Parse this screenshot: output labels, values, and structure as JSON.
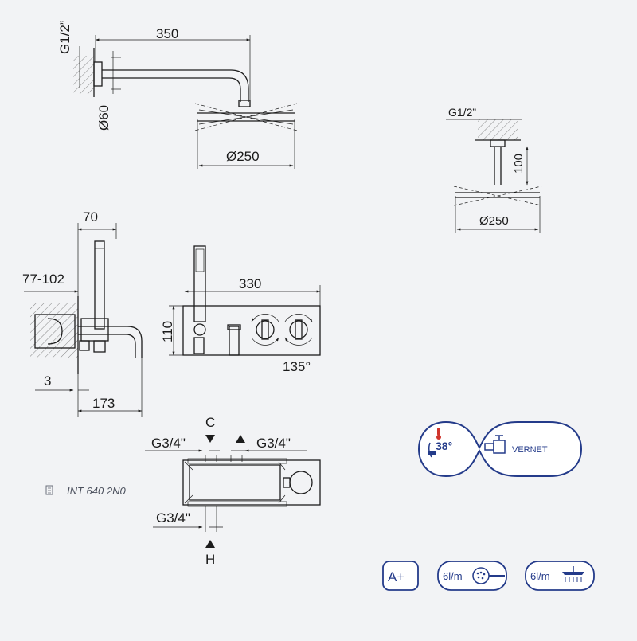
{
  "dimensions": {
    "shower_arm_thread": "G1/2”",
    "shower_arm_length": "350",
    "wall_flange_diameter": "Ø60",
    "head_diameter_wall": "Ø250",
    "ceiling_thread": "G1/2”",
    "ceiling_drop": "100",
    "head_diameter_ceiling": "Ø250",
    "projection_top": "70",
    "wall_depth_range": "77-102",
    "panel_width": "330",
    "panel_height": "110",
    "rotation_angle": "135°",
    "offset_small": "3",
    "spout_projection": "173",
    "outlet_left_top": "G3/4\"",
    "outlet_right_top": "G3/4\"",
    "outlet_bottom": "G3/4\"",
    "cold_label": "C",
    "hot_label": "H"
  },
  "product": {
    "code": "INT 640 2N0"
  },
  "badges": {
    "temperature": "38°",
    "brand": "VERNET",
    "energy_class": "A+",
    "flow_hand": "6l/m",
    "flow_head": "6l/m"
  },
  "colors": {
    "badge_blue": "#243b8a",
    "badge_red": "#d0342c",
    "line": "#1c1c1c",
    "background": "#f2f3f5"
  },
  "icons": [
    "thermometer-icon",
    "valve-icon",
    "hand-shower-icon",
    "shower-head-icon",
    "product-code-icon"
  ]
}
